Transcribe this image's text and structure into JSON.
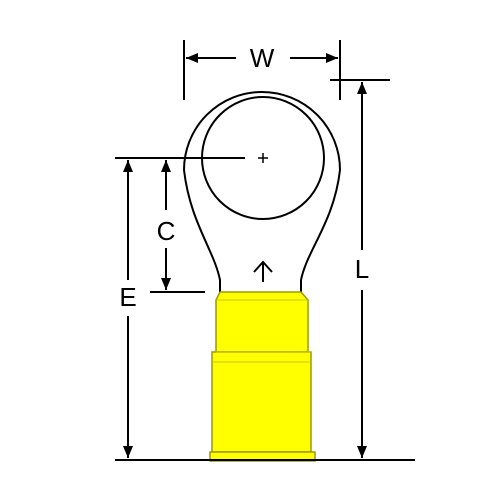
{
  "labels": {
    "width": "W",
    "length": "L",
    "center_to_barrel": "C",
    "center_to_end": "E"
  },
  "colors": {
    "insulation_fill": "#FFFF00",
    "insulation_stroke": "#9A9A00",
    "line": "#000000",
    "background": "#FFFFFF"
  },
  "icons": {
    "center": "crosshair-plus",
    "seam": "up-arrow"
  }
}
